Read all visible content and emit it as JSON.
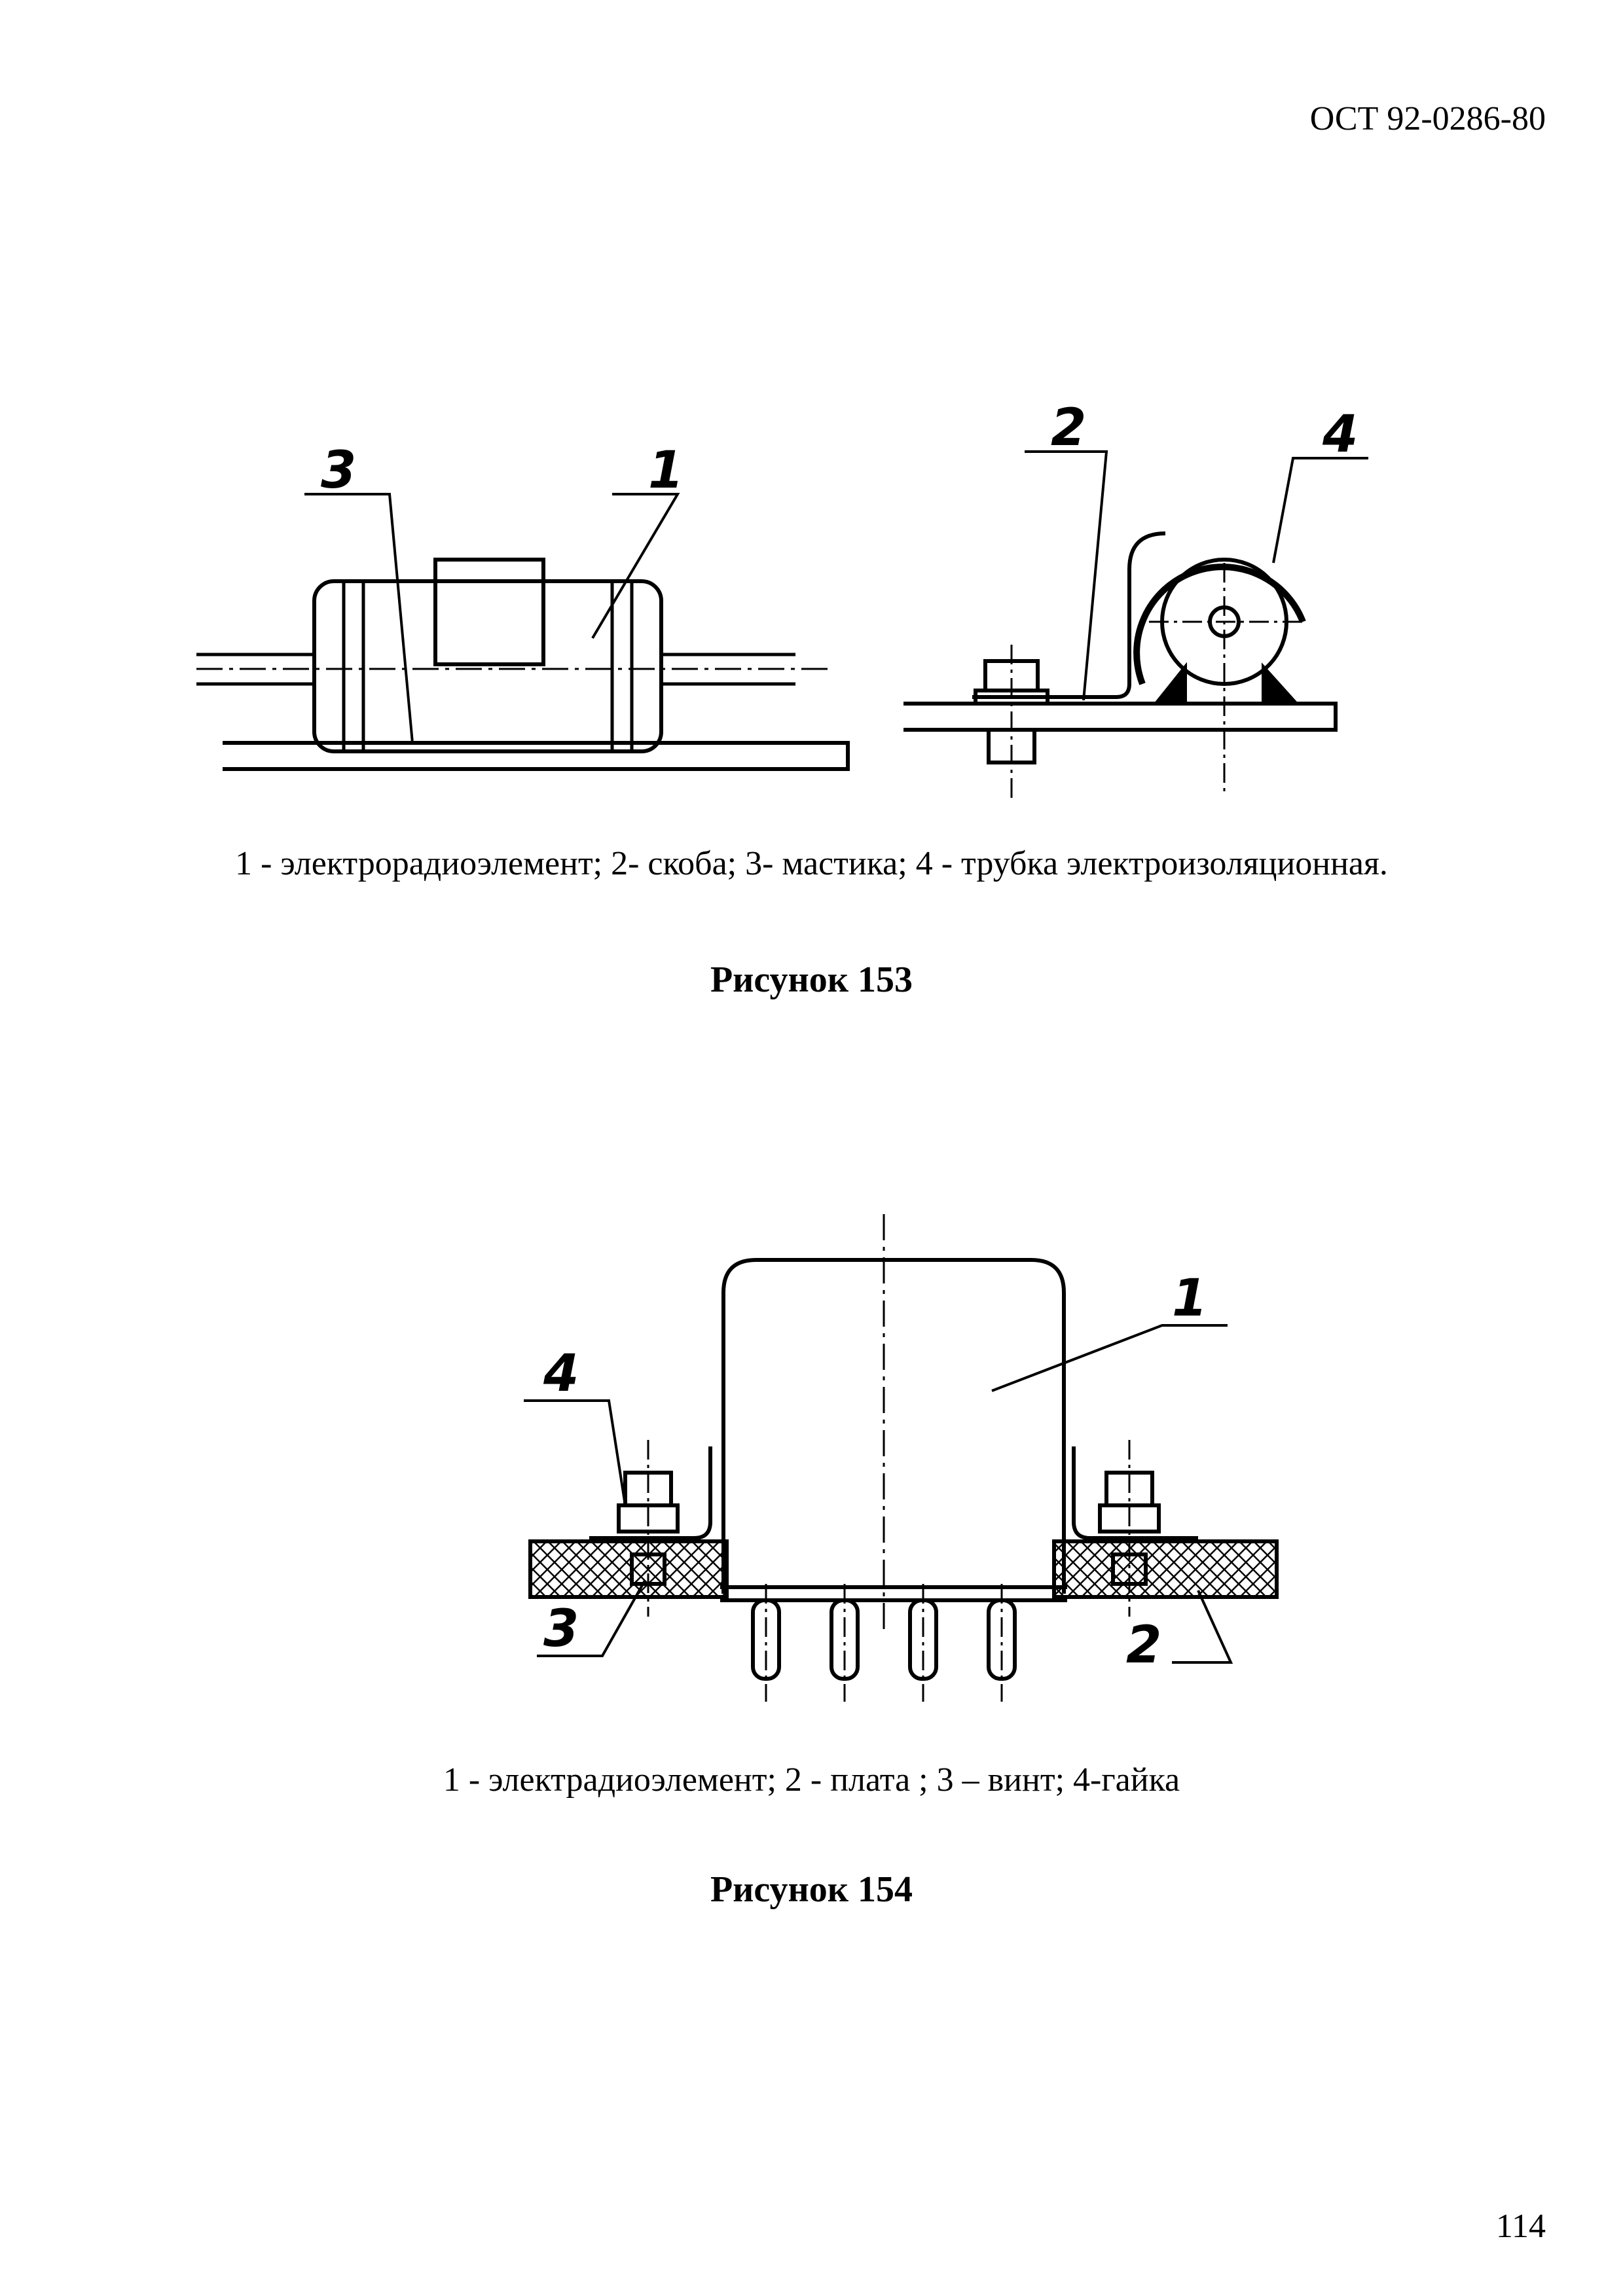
{
  "document": {
    "header": "ОСТ 92-0286-80",
    "page_number": "114"
  },
  "figure_153": {
    "callouts": [
      "3",
      "1",
      "2",
      "4"
    ],
    "caption": "1 - электрорадиоэлемент; 2- скоба; 3- мастика; 4 - трубка электроизоляционная.",
    "title": "Рисунок 153"
  },
  "figure_154": {
    "callouts": [
      "4",
      "1",
      "3",
      "2"
    ],
    "caption": "1 - электрадиоэлемент; 2 - плата ; 3 – винт; 4-гайка",
    "title": "Рисунок 154"
  }
}
